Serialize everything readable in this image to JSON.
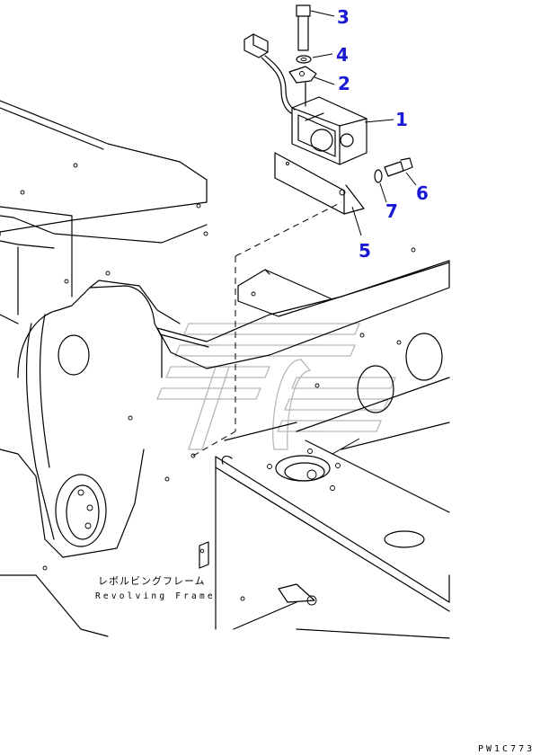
{
  "callouts": [
    {
      "number": "1"
    },
    {
      "number": "2"
    },
    {
      "number": "3"
    },
    {
      "number": "4"
    },
    {
      "number": "5"
    },
    {
      "number": "6"
    },
    {
      "number": "7"
    }
  ],
  "caption": {
    "japanese": "レボルビングフレーム",
    "english": "Revolving Frame"
  },
  "drawing_code": "PW1C773",
  "colors": {
    "callout": "#1a1ad6",
    "line": "#000000",
    "watermark": "#b8b8b8"
  }
}
